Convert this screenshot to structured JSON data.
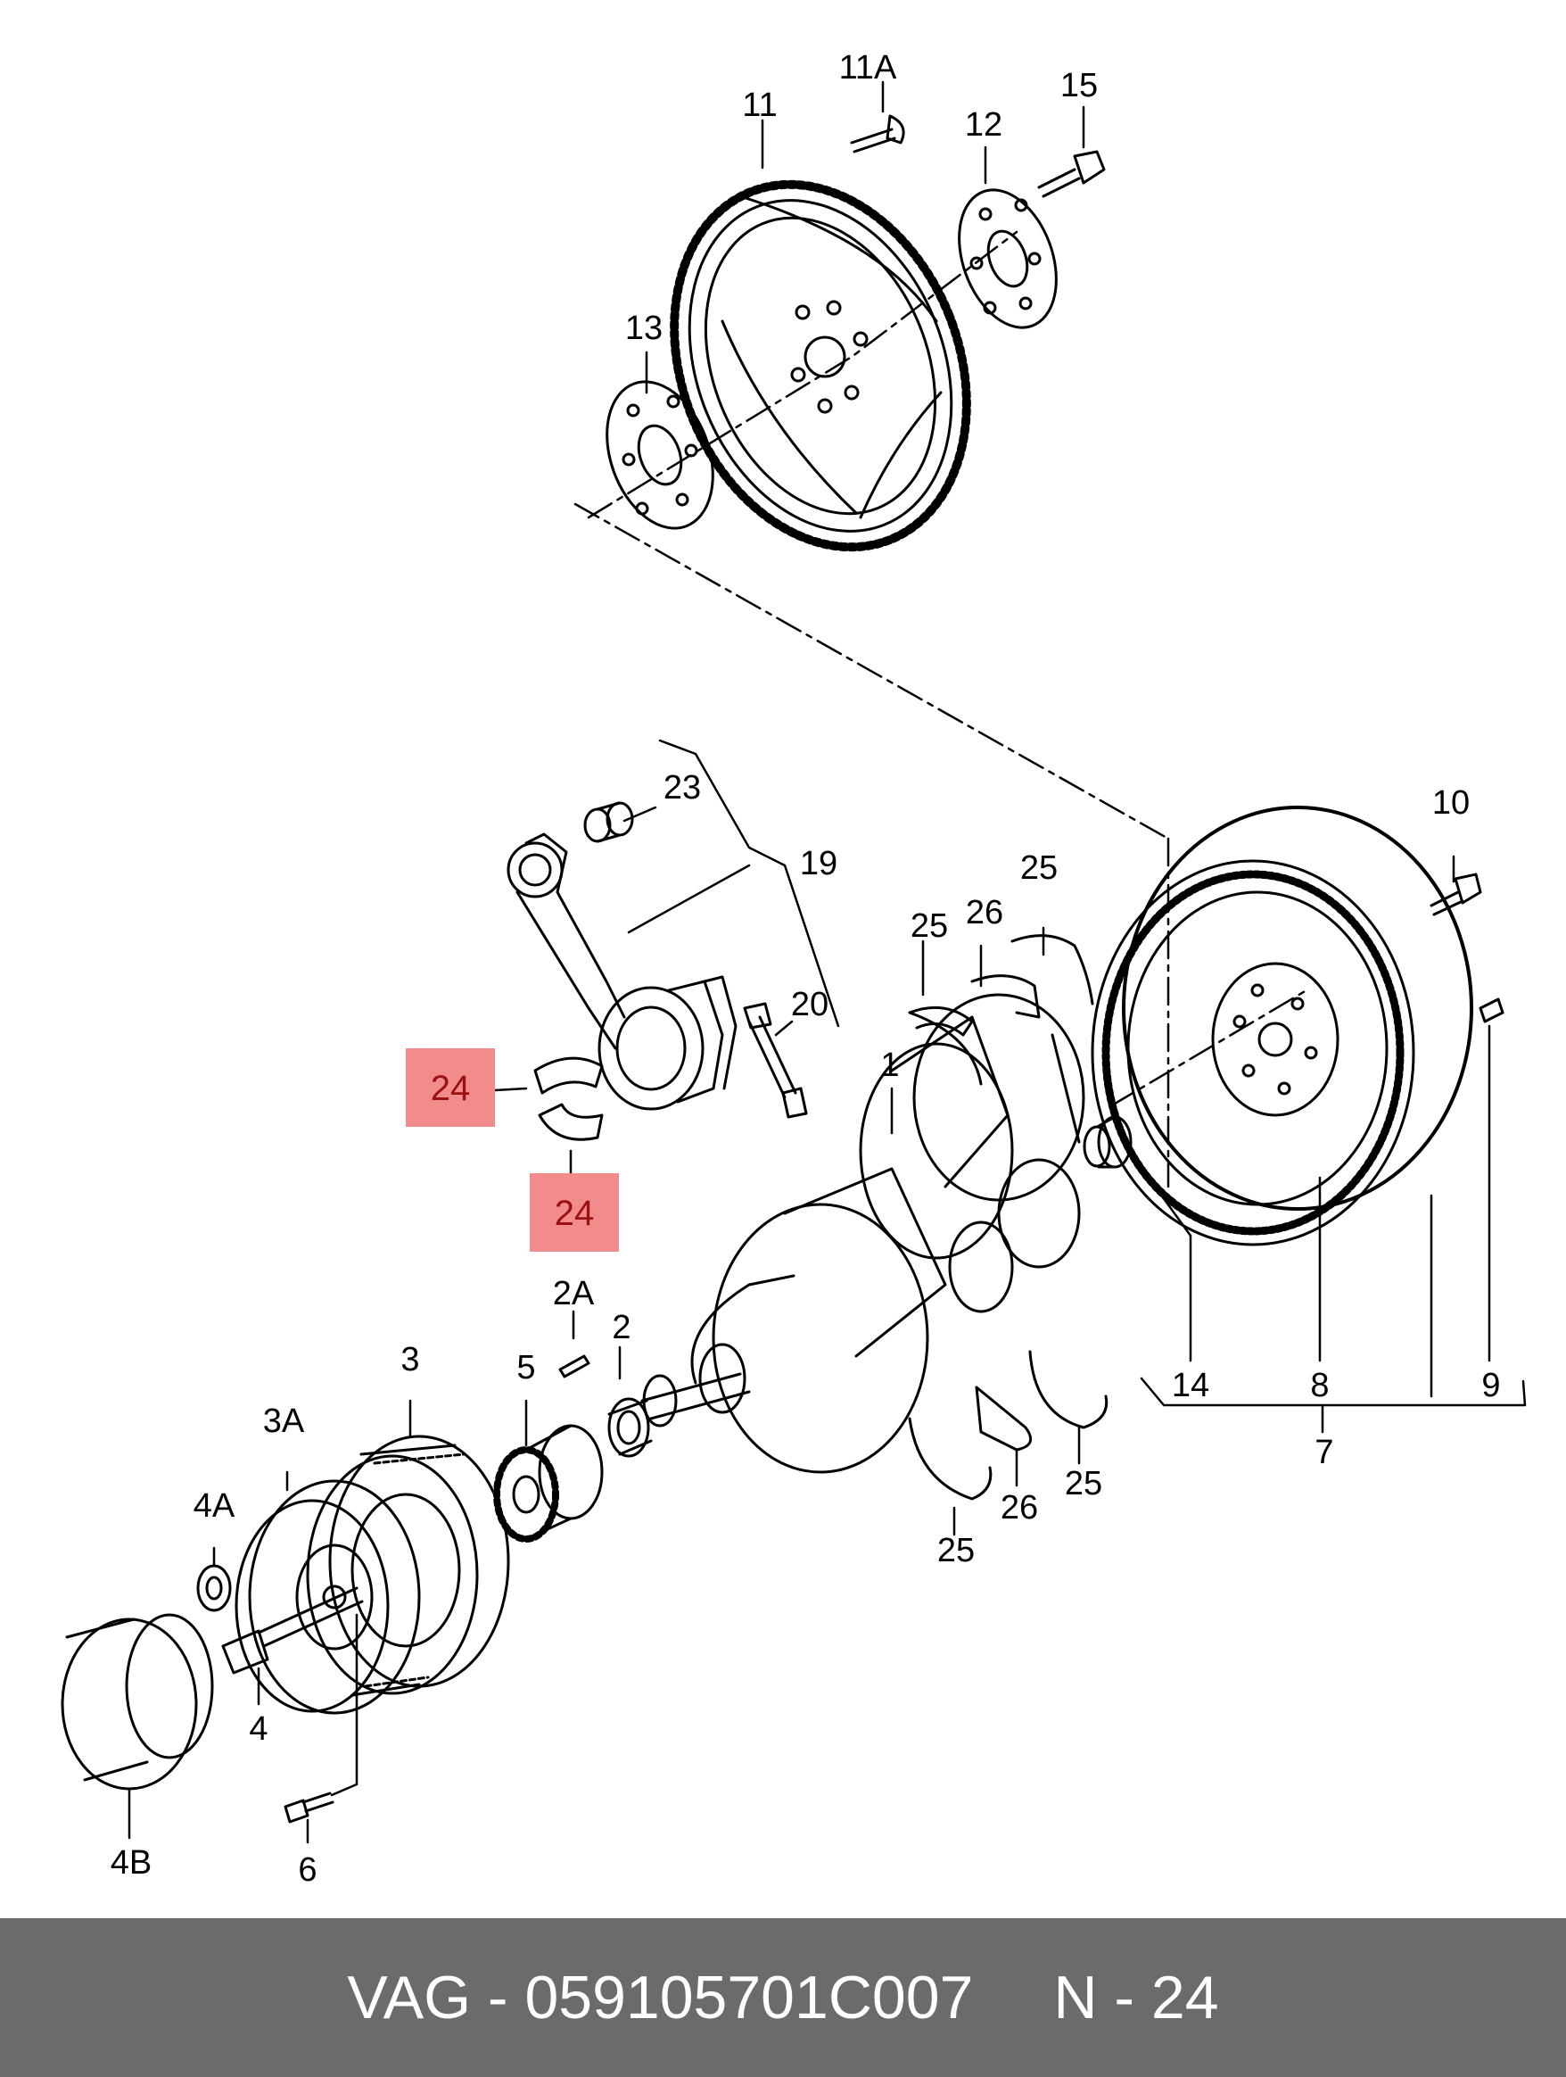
{
  "labels": {
    "l11A": "11A",
    "l11": "11",
    "l12": "12",
    "l15": "15",
    "l13": "13",
    "l23": "23",
    "l19": "19",
    "l10": "10",
    "l25a": "25",
    "l26a": "26",
    "l25b": "25",
    "l20": "20",
    "l24a": "24",
    "l24b": "24",
    "l1": "1",
    "l2A": "2A",
    "l2": "2",
    "l3": "3",
    "l5": "5",
    "l3A": "3A",
    "l4A": "4A",
    "l4": "4",
    "l4B": "4B",
    "l6": "6",
    "l14": "14",
    "l8": "8",
    "l9": "9",
    "l7": "7",
    "l25c": "25",
    "l26b": "26",
    "l25d": "25"
  },
  "highlight_color": "#f28b8b",
  "footer": {
    "brand": "VAG",
    "separator": "-",
    "part_number": "059105701C007",
    "ref": "N - 24"
  }
}
